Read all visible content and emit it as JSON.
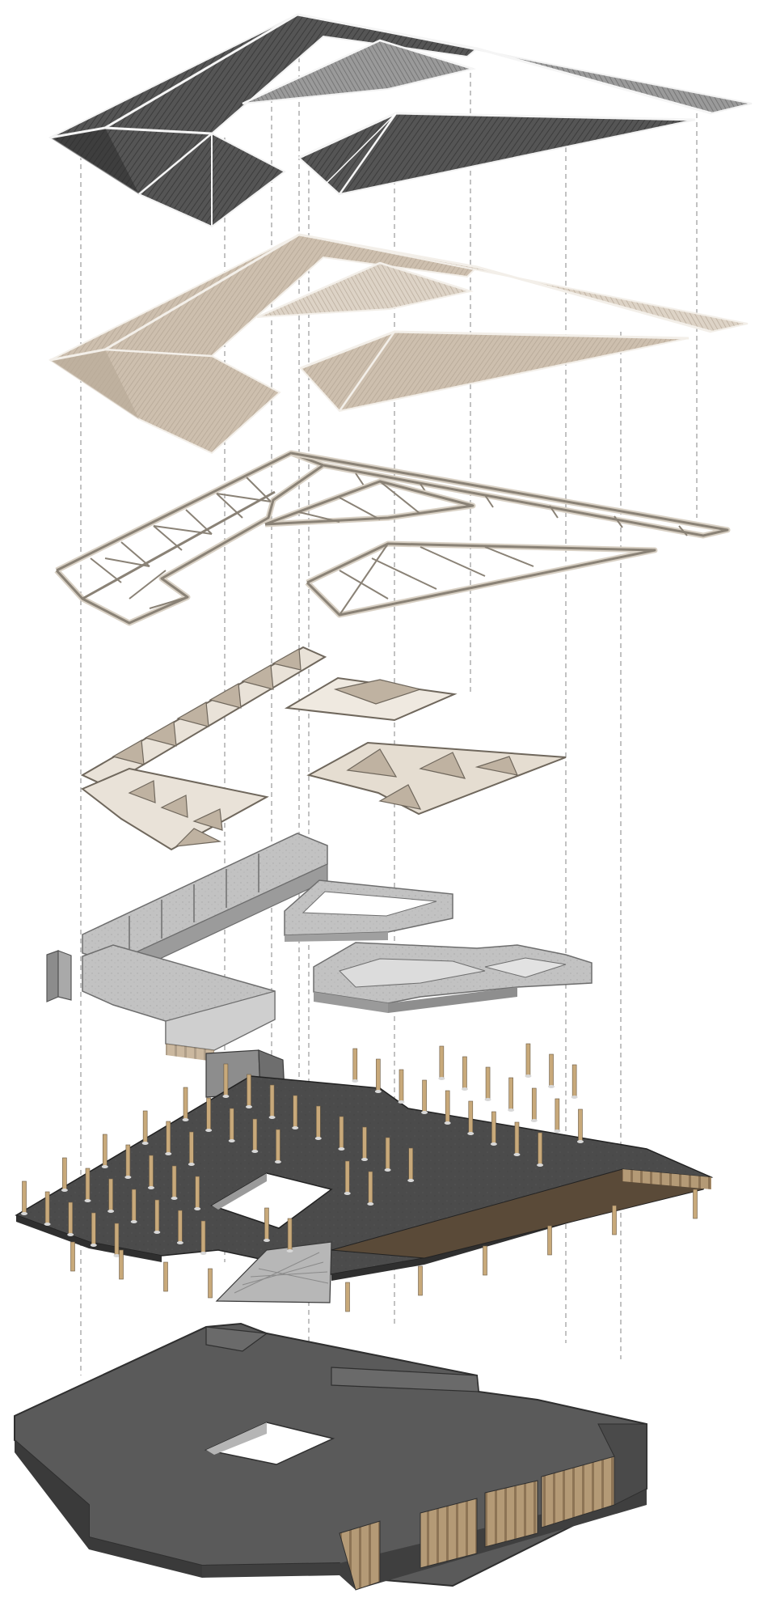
{
  "diagram": {
    "type": "exploded-axonometric",
    "layers": [
      {
        "id": "roof-cladding",
        "color": "#4f4f4f",
        "ridge": "#f4f4f4"
      },
      {
        "id": "roof-insulation",
        "color": "#cfc4b6",
        "ridge": "#f2eee8"
      },
      {
        "id": "roof-truss",
        "color": "#d8d0c4",
        "edge": "#8a8276"
      },
      {
        "id": "ceiling-panels",
        "color": "#d7ccbd",
        "edge": "#6f675c"
      },
      {
        "id": "walls",
        "color": "#bdbdbd",
        "edge": "#6e6e6e"
      },
      {
        "id": "floor-slab-columns",
        "color": "#4a4a4a",
        "column": "#c8a97a"
      },
      {
        "id": "foundation",
        "color": "#5a5a5a",
        "edge": "#2f2f2f"
      }
    ],
    "guide_line_color": "#9a9a9a"
  }
}
